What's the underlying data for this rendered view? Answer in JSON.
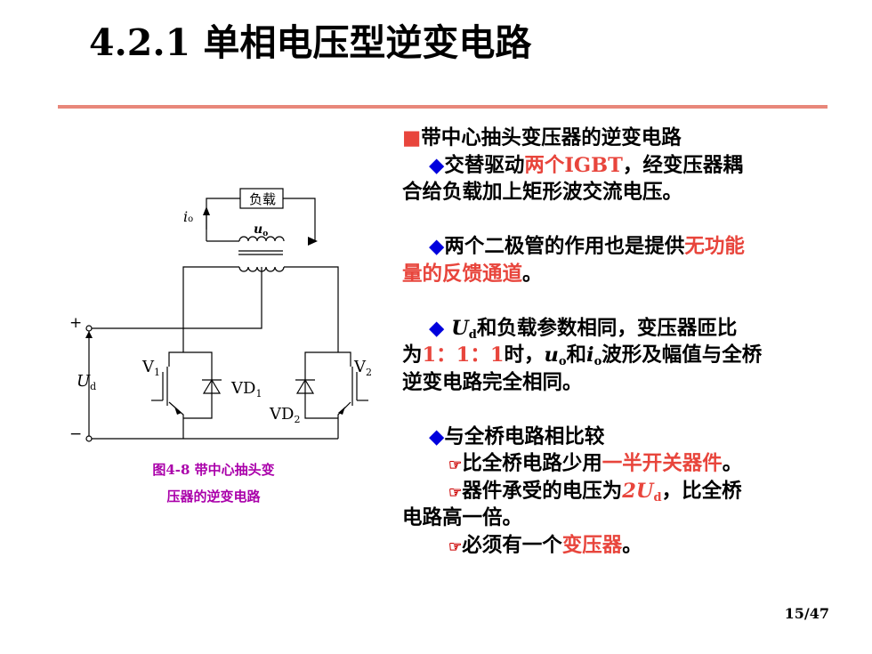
{
  "title": "4.2.1 单相电压型逆变电路",
  "page": "15/47",
  "figure": {
    "caption_line1": "图4-8 带中心抽头变",
    "caption_line2": "压器的逆变电路",
    "load_label": "负载",
    "io_label": "i",
    "io_sub": "o",
    "uo_label": "u",
    "uo_sub": "o",
    "ud_label": "U",
    "ud_sub": "d",
    "plus": "+",
    "minus": "−",
    "v1": "V",
    "v1_sub": "1",
    "v2": "V",
    "v2_sub": "2",
    "vd1": "VD",
    "vd1_sub": "1",
    "vd2": "VD",
    "vd2_sub": "2"
  },
  "content": {
    "heading": "带中心抽头变压器的逆变电路",
    "b1_a": "交替驱动",
    "b1_red": "两个IGBT",
    "b1_b": "，经变压器耦",
    "b1_line2": "合给负载加上矩形波交流电压。",
    "b2_a": "两个二极管的作用也是提供",
    "b2_red": "无功能",
    "b2_red2": "量的反馈通道",
    "b2_end": "。",
    "b3_ud": "U",
    "b3_ud_sub": "d",
    "b3_a": "和负载参数相同，变压器匝比",
    "b3_l2_a": "为",
    "b3_l2_red": "1：1：1",
    "b3_l2_b": "时，",
    "b3_uo": "u",
    "b3_uo_sub": "o",
    "b3_and": "和",
    "b3_io": "i",
    "b3_io_sub": "o",
    "b3_l2_c": "波形及幅值与全桥",
    "b3_l3": "逆变电路完全相同。",
    "b4": "与全桥电路相比较",
    "s1_a": "比全桥电路少用",
    "s1_red": "一半开关器件",
    "s1_end": "。",
    "s2_a": "器件承受的电压为",
    "s2_red": "2U",
    "s2_red_sub": "d",
    "s2_b": "，比全桥",
    "s2_l2": "电路高一倍。",
    "s3_a": "必须有一个",
    "s3_red": "变压器",
    "s3_end": "。"
  }
}
